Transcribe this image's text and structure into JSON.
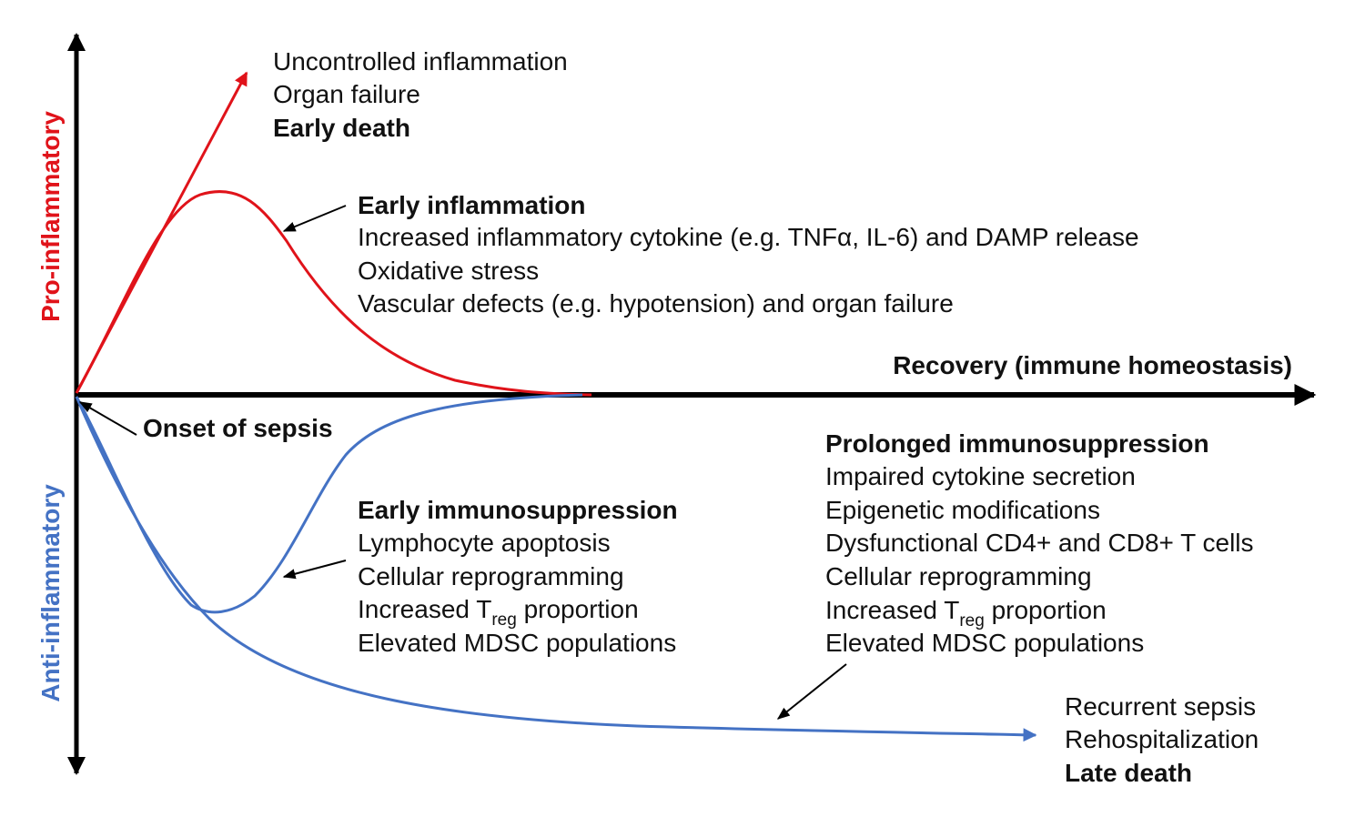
{
  "colors": {
    "pro": "#e0131a",
    "anti": "#4472c4",
    "axis": "#000000",
    "text": "#111111"
  },
  "axes": {
    "y_top": "Pro-inflammatory",
    "y_bottom": "Anti-inflammatory",
    "x_label": "Recovery (immune homeostasis)",
    "onset": "Onset of sepsis"
  },
  "outcome_early": {
    "line1": "Uncontrolled inflammation",
    "line2": "Organ failure",
    "line3": "Early death"
  },
  "early_inflammation": {
    "title": "Early inflammation",
    "line1": "Increased inflammatory cytokine (e.g. TNFα, IL-6) and DAMP release",
    "line2": "Oxidative stress",
    "line3": "Vascular defects (e.g. hypotension) and organ failure"
  },
  "early_immunosuppression": {
    "title": "Early immunosuppression",
    "line1": "Lymphocyte apoptosis",
    "line2": "Cellular reprogramming",
    "line3_pre": "Increased T",
    "line3_sub": "reg",
    "line3_post": " proportion",
    "line4": "Elevated MDSC populations"
  },
  "prolonged_immunosuppression": {
    "title": "Prolonged immunosuppression",
    "line1": "Impaired cytokine secretion",
    "line2": "Epigenetic modifications",
    "line3": "Dysfunctional CD4+ and CD8+ T cells",
    "line4": "Cellular reprogramming",
    "line5_pre": "Increased T",
    "line5_sub": "reg",
    "line5_post": " proportion",
    "line6": "Elevated MDSC populations"
  },
  "outcome_late": {
    "line1": "Recurrent sepsis",
    "line2": "Rehospitalization",
    "line3": "Late death"
  }
}
